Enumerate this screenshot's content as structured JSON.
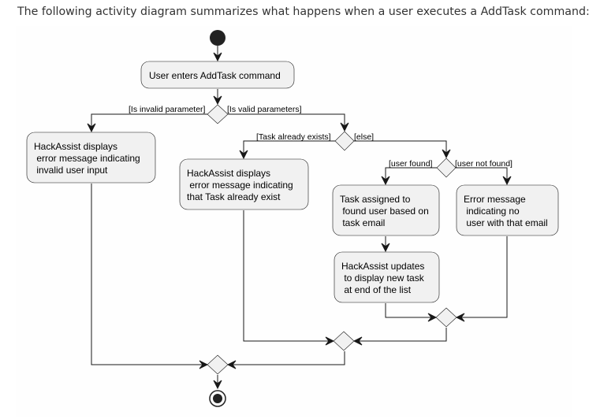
{
  "intro_text": "The following activity diagram summarizes what happens when a user executes a AddTask command:",
  "activities": {
    "enter": "User enters AddTask command",
    "invalid": [
      "HackAssist displays",
      " error message indicating",
      " invalid user input"
    ],
    "exists": [
      "HackAssist displays",
      " error message indicating",
      "that Task already exist"
    ],
    "assigned": [
      "Task assigned to",
      " found user based on",
      " task email"
    ],
    "not_found": [
      "Error message",
      " indicating no",
      " user with that email"
    ],
    "updates": [
      "HackAssist updates",
      " to display new task",
      " at end of the list"
    ]
  },
  "guards": {
    "invalid_param": "[Is invalid parameter]",
    "valid_params": "[Is valid parameters]",
    "task_exists": "[Task already exists]",
    "else": "[else]",
    "user_found": "[user found]",
    "user_not_found": "[user not found]"
  },
  "colors": {
    "node_fill": "#f1f1f1",
    "stroke": "#181818",
    "text": "#333333"
  }
}
